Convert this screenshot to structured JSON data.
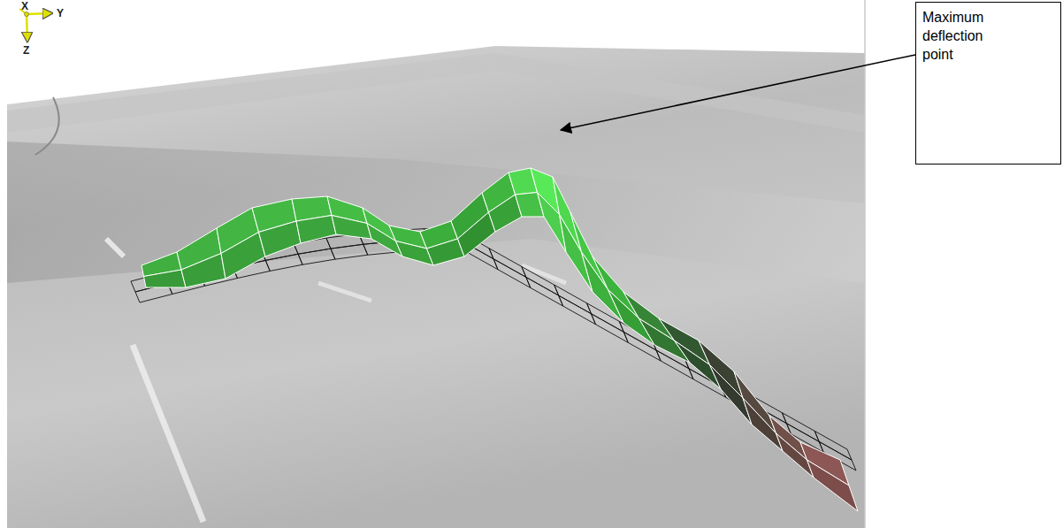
{
  "diagram": {
    "nodes": [
      {
        "text": [
          "Maximum deflection point"
        ]
      }
    ],
    "labels": [
      "X",
      "Y",
      "Z"
    ]
  }
}
